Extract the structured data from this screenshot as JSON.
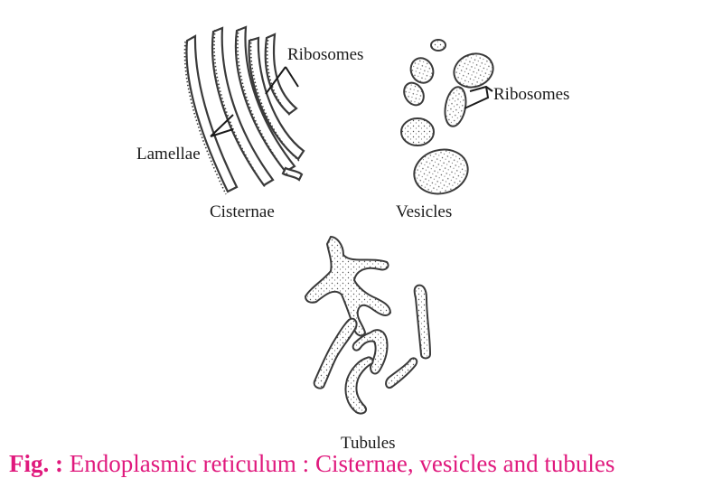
{
  "labels": {
    "ribosomes_cisternae": "Ribosomes",
    "lamellae": "Lamellae",
    "cisternae": "Cisternae",
    "ribosomes_vesicles": "Ribosomes",
    "vesicles": "Vesicles",
    "tubules": "Tubules"
  },
  "caption": {
    "prefix": "Fig. :",
    "text": "Endoplasmic reticulum : Cisternae, vesicles and tubules"
  },
  "colors": {
    "caption": "#e0197d",
    "ink": "#1a1a1a"
  }
}
